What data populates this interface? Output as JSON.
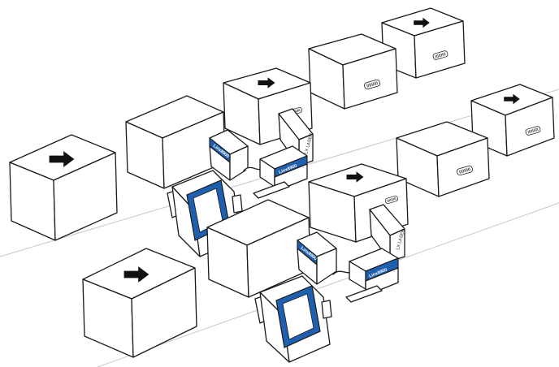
{
  "brand": {
    "accent": "#1f5fb0",
    "line": "#1a1a1a"
  },
  "labels": {
    "printer_label_upper": "Linx8900",
    "printer_label_lower": "Linx8900",
    "controller_label_upper": "Linx8900",
    "controller_label_lower": "Linx8900",
    "side_label_upper": "LX LASER",
    "side_label_lower": "LX LASER"
  },
  "icons": {
    "direction": "arrow-right-icon",
    "barcode": "barcode-label-icon"
  }
}
